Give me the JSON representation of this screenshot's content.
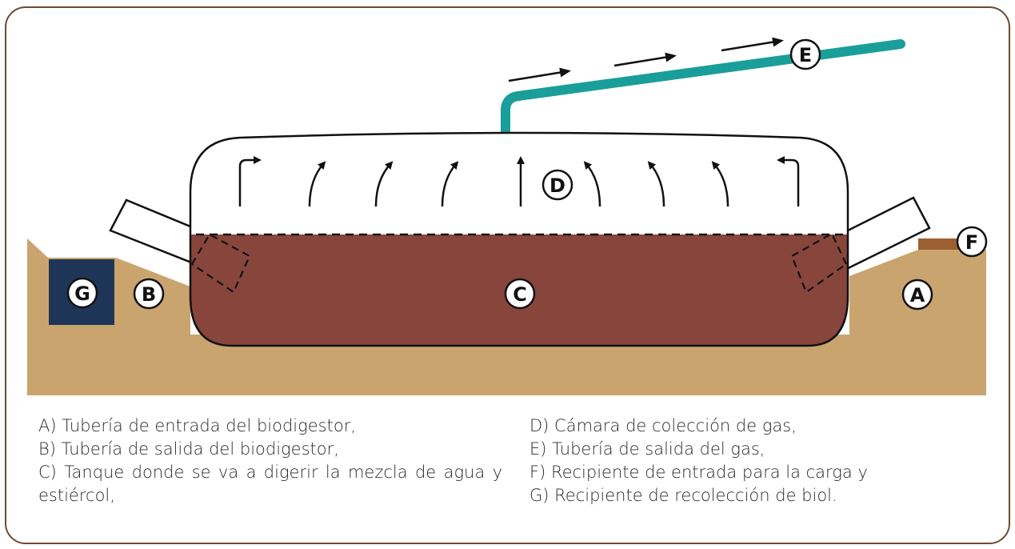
{
  "markers": {
    "A": "A",
    "B": "B",
    "C": "C",
    "D": "D",
    "E": "E",
    "F": "F",
    "G": "G"
  },
  "legend": {
    "left": [
      "A) Tubería de entrada del biodigestor,",
      "B) Tubería de salida del biodigestor,",
      "C) Tanque donde se va a digerir la mezcla de agua y estiércol,"
    ],
    "right": [
      "D) Cámara de colección de gas,",
      "E) Tubería de salida del gas,",
      "F) Recipiente de entrada para la carga y",
      "G) Recipiente de recolección de biol."
    ]
  },
  "colors": {
    "frame": "#6e4a33",
    "ground": "#c9a46e",
    "slurry": "#87453c",
    "gas_pipe": "#1a9e9a",
    "outlet_box": "#1e3557",
    "inlet_box": "#9c5f2f"
  }
}
